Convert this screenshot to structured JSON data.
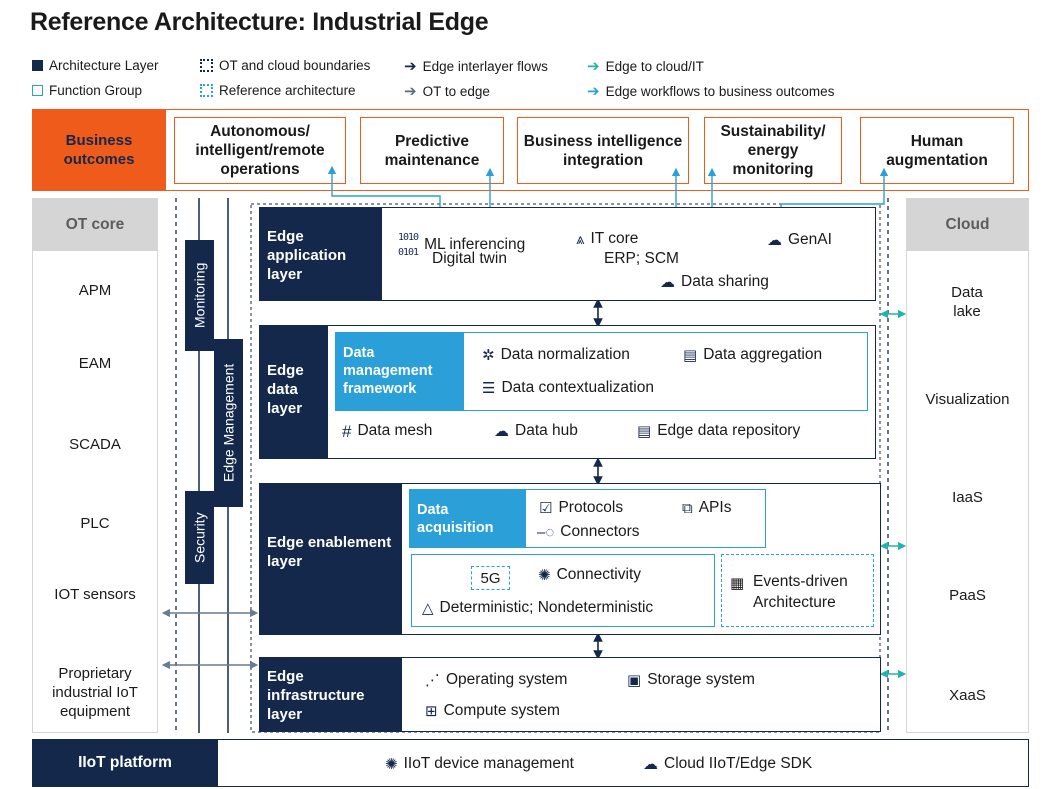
{
  "title": "Reference Architecture: Industrial Edge",
  "legend": {
    "architecture_layer": "Architecture Layer",
    "function_group": "Function Group",
    "ot_cloud_boundaries": "OT and cloud boundaries",
    "reference_architecture": "Reference architecture",
    "edge_interlayer_flows": "Edge interlayer flows",
    "ot_to_edge": "OT to edge",
    "edge_to_cloud": "Edge to cloud/IT",
    "edge_workflows": "Edge workflows to business outcomes"
  },
  "business": {
    "label": "Business outcomes",
    "items": [
      "Autonomous/ intelligent/remote operations",
      "Predictive maintenance",
      "Business intelligence integration",
      "Sustainability/ energy monitoring",
      "Human augmentation"
    ]
  },
  "ot_core": {
    "header": "OT core",
    "items": [
      "APM",
      "EAM",
      "SCADA",
      "PLC",
      "IOT sensors",
      "Proprietary industrial IoT equipment"
    ]
  },
  "cloud": {
    "header": "Cloud",
    "items": [
      "Data lake",
      "Visualization",
      "IaaS",
      "PaaS",
      "XaaS"
    ]
  },
  "bars": {
    "monitoring": "Monitoring",
    "edge_management": "Edge Management",
    "security": "Security"
  },
  "app_layer": {
    "label": "Edge application layer",
    "ml": "ML inferencing",
    "twin": "Digital twin",
    "it_core": "IT core",
    "erp": "ERP; SCM",
    "genai": "GenAI",
    "sharing": "Data sharing"
  },
  "data_layer": {
    "label": "Edge data layer",
    "framework": "Data management framework",
    "normalization": "Data normalization",
    "aggregation": "Data aggregation",
    "contextualization": "Data contextualization",
    "mesh": "Data mesh",
    "hub": "Data hub",
    "repository": "Edge data repository"
  },
  "enablement_layer": {
    "label": "Edge enablement layer",
    "acquisition": "Data acquisition",
    "protocols": "Protocols",
    "apis": "APIs",
    "connectors": "Connectors",
    "fiveg": "5G",
    "connectivity": "Connectivity",
    "deterministic": "Deterministic; Nondeterministic",
    "events": "Events-driven Architecture"
  },
  "infra_layer": {
    "label": "Edge infrastructure layer",
    "os": "Operating system",
    "storage": "Storage system",
    "compute": "Compute system"
  },
  "iiot": {
    "label": "IIoT platform",
    "device_mgmt": "IIoT device management",
    "sdk": "Cloud IIoT/Edge SDK"
  },
  "colors": {
    "navy": "#14284b",
    "orange": "#ef5b1b",
    "blue": "#2a9fd8",
    "teal": "#1fb5a8",
    "grey": "#d5d5d5"
  }
}
